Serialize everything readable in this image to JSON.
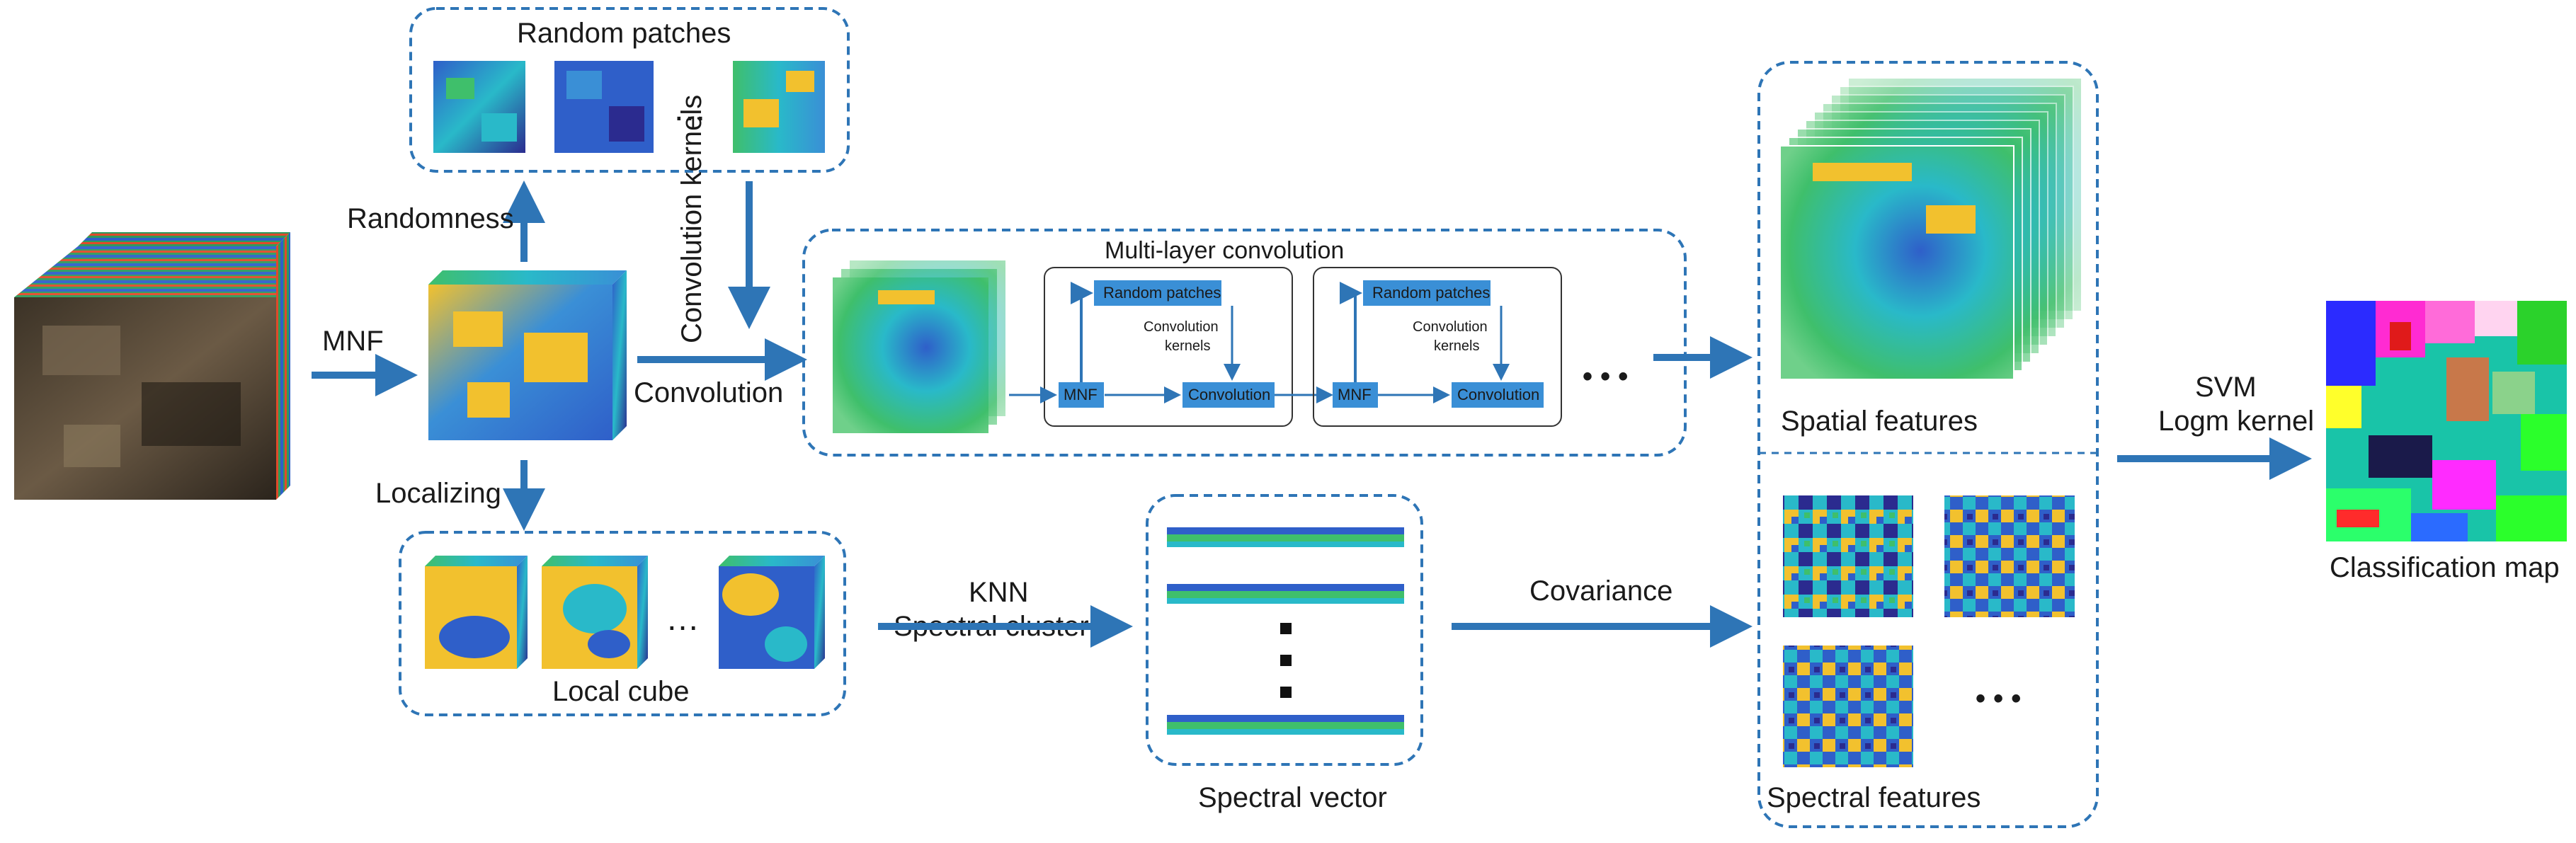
{
  "labels": {
    "random_patches": "Random patches",
    "randomness": "Randomness",
    "mnf": "MNF",
    "convolution_kernels": "Convolution kernels",
    "convolution": "Convolution",
    "localizing": "Localizing",
    "local_cube": "Local cube",
    "multi_layer_convolution": "Multi-layer convolution",
    "inner_random_patches": "Random patches",
    "inner_convolution_kernels_1": "Convolution",
    "inner_convolution_kernels_2": "kernels",
    "inner_mnf": "MNF",
    "inner_convolution": "Convolution",
    "knn": "KNN",
    "spectral_cluster": "Spectral cluster",
    "spectral_vector": "Spectral vector",
    "covariance": "Covariance",
    "spatial_features": "Spatial features",
    "spectral_features": "Spectral features",
    "svm": "SVM",
    "logm_kernel": "Logm kernel",
    "classification_map": "Classification map",
    "ellipsis_small": "…",
    "ellipsis_dots": "• • •"
  },
  "colors": {
    "arrow": "#2e75b6",
    "dashed_border": "#2e75b6",
    "inner_box": "#3a8fd6",
    "cube_yellow": "#f2c12e",
    "cube_blue": "#2f5fc9",
    "cube_cyan": "#29b9c9",
    "cube_green": "#3fbf6b",
    "cube_dark": "#2b2b8f"
  },
  "icons": {
    "hsi_cube": "hyperspectral-cube-icon",
    "patch": "image-patch-icon",
    "feature_stack": "feature-stack-icon",
    "classification": "classification-map-icon"
  }
}
